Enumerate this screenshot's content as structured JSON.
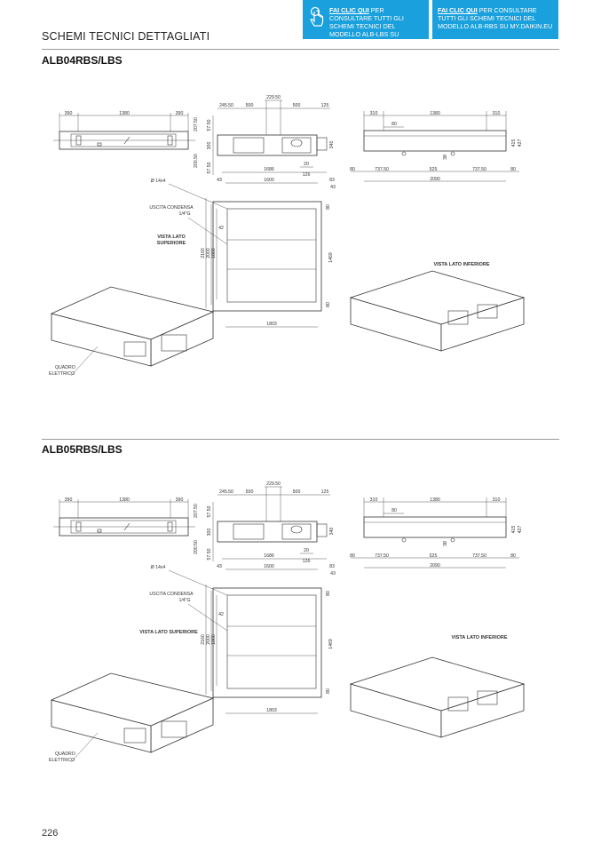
{
  "header": {
    "title": "SCHEMI TECNICI DETTAGLIATI",
    "cta_lbs": {
      "link": "FAI CLIC QUI",
      "rest": " PER CONSULTARE TUTTI GLI SCHEMI TECNICI DEL MODELLO ALB-LBS SU MY.DAIKIN.EU"
    },
    "cta_rbs": {
      "link": "FAI CLIC QUI",
      "rest": " PER CONSULTARE TUTTI GLI SCHEMI TECNICI DEL MODELLO ALB-RBS SU MY.DAIKIN.EU"
    },
    "accent": "#1aa0dc"
  },
  "sections": [
    {
      "model": "ALB04RBS/LBS",
      "front": {
        "d1": "390",
        "d2": "1380",
        "d3": "390",
        "v1": "207.50",
        "v2": "200.50"
      },
      "side": {
        "top": "229.50",
        "a": "245.50",
        "b": "500",
        "c": "500",
        "d": "125",
        "v1": "57.50",
        "v2": "300",
        "v3": "57.50",
        "h": "340",
        "f": "20"
      },
      "rear": {
        "d1": "310",
        "d2": "1380",
        "d3": "310",
        "a": "80",
        "b": "38",
        "v1": "415",
        "v2": "427",
        "b1": "80",
        "b2": "737.50",
        "b3": "525",
        "b4": "737.50",
        "b5": "80",
        "total": "2090"
      },
      "plan": {
        "w1": "1686",
        "w2": "1600",
        "w3": "126",
        "w4": "83",
        "w5": "43",
        "w6": "43",
        "v80a": "80",
        "v80b": "80",
        "v42": "42",
        "h1": "2160",
        "h2": "2000",
        "h3": "1800",
        "h4": "1469",
        "bottom": "1803",
        "hole": "Ø 14x4"
      },
      "labels": {
        "condensa": "USCITA CONDENSA",
        "condensa2": "1/4\"G",
        "top_view": "VISTA LATO",
        "top_view2": "SUPERIORE",
        "bottom_view": "VISTA LATO INFERIORE",
        "quadro": "QUADRO",
        "quadro2": "ELETTRICO"
      }
    },
    {
      "model": "ALB05RBS/LBS",
      "front": {
        "d1": "390",
        "d2": "1380",
        "d3": "390",
        "v1": "207.50",
        "v2": "200.50"
      },
      "side": {
        "top": "229.50",
        "a": "245.50",
        "b": "500",
        "c": "500",
        "d": "125",
        "v1": "57.50",
        "v2": "300",
        "v3": "57.50",
        "h": "340",
        "f": "20"
      },
      "rear": {
        "d1": "310",
        "d2": "1380",
        "d3": "310",
        "a": "80",
        "b": "38",
        "v1": "415",
        "v2": "427",
        "b1": "80",
        "b2": "737.50",
        "b3": "525",
        "b4": "737.50",
        "b5": "80",
        "total": "2090"
      },
      "plan": {
        "w1": "1686",
        "w2": "1600",
        "w3": "126",
        "w4": "83",
        "w5": "43",
        "w6": "43",
        "v80a": "80",
        "v80b": "80",
        "v42": "42",
        "h1": "2160",
        "h2": "2000",
        "h3": "1800",
        "h4": "1469",
        "bottom": "1803",
        "hole": "Ø 14x4"
      },
      "labels": {
        "condensa": "USCITA CONDENSA",
        "condensa2": "1/4\"G",
        "top_view": "VISTA LATO SUPERIORE",
        "top_view2": "",
        "bottom_view": "VISTA LATO INFERIORE",
        "quadro": "QUADRO",
        "quadro2": "ELETTRICO"
      }
    }
  ],
  "footer": {
    "page": "226"
  }
}
